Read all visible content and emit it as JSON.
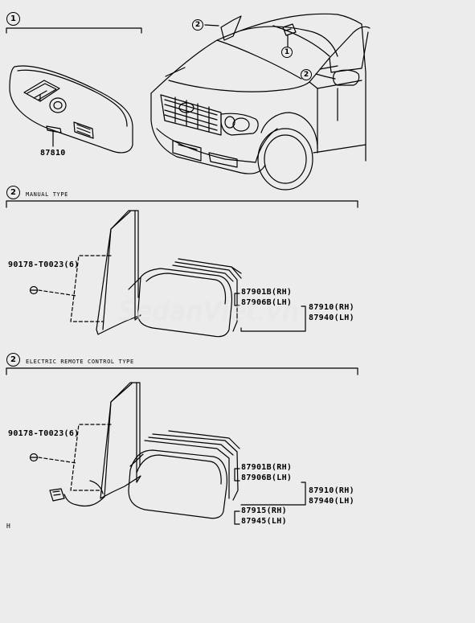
{
  "sections": {
    "inner_mirror": {
      "number": "1",
      "part_number": "87810"
    },
    "vehicle_view": {
      "callout_mirror": "2",
      "callout_upper": "2",
      "callout_inner": "1"
    },
    "manual": {
      "number": "2",
      "title": "MANUAL TYPE",
      "screw": "90178-T0023(6)",
      "cover_rh": "87901B(RH)",
      "cover_lh": "87906B(LH)",
      "assy_rh": "87910(RH)",
      "assy_lh": "87940(LH)"
    },
    "electric": {
      "number": "2",
      "title": "ELECTRIC REMOTE CONTROL TYPE",
      "screw": "90178-T0023(6)",
      "cover_rh": "87901B(RH)",
      "cover_lh": "87906B(LH)",
      "assy_rh": "87910(RH)",
      "assy_lh": "87940(LH)",
      "glass_rh": "87915(RH)",
      "glass_lh": "87945(LH)"
    }
  },
  "footer_mark": "H",
  "watermark": "SedanViet.vn"
}
